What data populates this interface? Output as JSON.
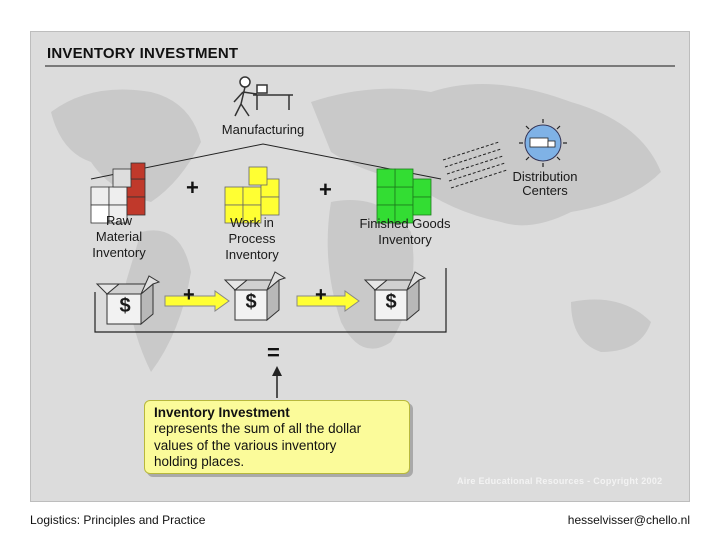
{
  "slide": {
    "title": "INVENTORY INVESTMENT",
    "manufacturing_label": "Manufacturing",
    "distribution_label": "Distribution\nCenters",
    "stages": [
      {
        "label": "Raw\nMaterial\nInventory",
        "color": "#d9d9d9",
        "accent": "#c0392b"
      },
      {
        "label": "Work in\nProcess\nInventory",
        "color": "#ffff33"
      },
      {
        "label": "Finished Goods\nInventory",
        "color": "#33dd33"
      }
    ],
    "plus_symbol": "+",
    "equals_symbol": "=",
    "dollar_symbol": "$",
    "callout": {
      "title": "Inventory Investment",
      "body": "represents the sum of all the dollar\nvalues of the various inventory\nholding places."
    },
    "copyright": "Aire Educational Resources - Copyright 2002"
  },
  "footer": {
    "left": "Logistics: Principles and Practice",
    "right": "hesselvisser@chello.nl"
  },
  "colors": {
    "background": "#dcdcdc",
    "arrow_yellow": "#ffff33",
    "callout_fill": "#fbfb9a"
  }
}
